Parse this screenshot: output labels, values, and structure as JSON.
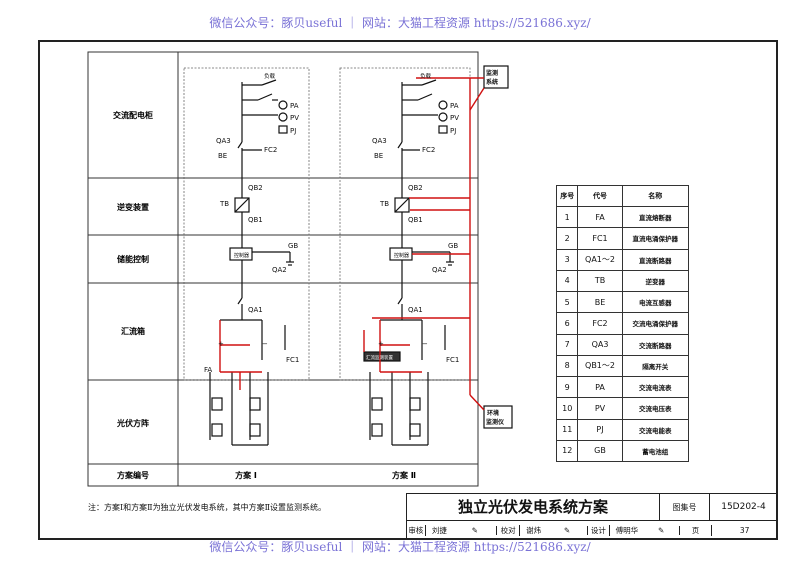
{
  "watermark": {
    "top": "微信公众号：豚贝useful ｜ 网站：大猫工程资源 https://521686.xyz/",
    "bottom": "微信公众号：豚贝useful ｜ 网站：大猫工程资源 https://521686.xyz/"
  },
  "rows": [
    "交流配电柜",
    "逆变装置",
    "储能控制",
    "汇流箱",
    "光伏方阵",
    "方案编号"
  ],
  "schemes": [
    "方案 Ⅰ",
    "方案 Ⅱ"
  ],
  "labels": {
    "load": "负载",
    "PA": "PA",
    "PV": "PV",
    "PJ": "PJ",
    "QA3": "QA3",
    "BE": "BE",
    "FC2": "FC2",
    "QB2": "QB2",
    "TB": "TB",
    "QB1": "QB1",
    "controller": "控制器",
    "GB": "GB",
    "QA2": "QA2",
    "QA1": "QA1",
    "FC1": "FC1",
    "FA": "FA",
    "plus": "+",
    "minus": "−",
    "monitor_system": "监测\n系统",
    "env_monitor": "环境\n监测仪",
    "current_sensor": "汇流监测装置"
  },
  "components": {
    "headers": [
      "序号",
      "代号",
      "名称"
    ],
    "rows": [
      [
        "1",
        "FA",
        "直流熔断器"
      ],
      [
        "2",
        "FC1",
        "直流电涌保护器"
      ],
      [
        "3",
        "QA1～2",
        "直流断路器"
      ],
      [
        "4",
        "TB",
        "逆变器"
      ],
      [
        "5",
        "BE",
        "电流互感器"
      ],
      [
        "6",
        "FC2",
        "交流电涌保护器"
      ],
      [
        "7",
        "QA3",
        "交流断路器"
      ],
      [
        "8",
        "QB1～2",
        "隔离开关"
      ],
      [
        "9",
        "PA",
        "交流电流表"
      ],
      [
        "10",
        "PV",
        "交流电压表"
      ],
      [
        "11",
        "PJ",
        "交流电能表"
      ],
      [
        "12",
        "GB",
        "蓄电池组"
      ]
    ]
  },
  "note": "注：方案Ⅰ和方案Ⅱ为独立光伏发电系统，其中方案Ⅱ设置监测系统。",
  "title_block": {
    "title": "独立光伏发电系统方案",
    "atlas_label": "图集号",
    "atlas_no": "15D202-4",
    "review_label": "审核",
    "reviewer": "刘捷",
    "check_label": "校对",
    "checker": "谢炜",
    "design_label": "设计",
    "designer": "傅明华",
    "page_label": "页",
    "page_no": "37"
  }
}
